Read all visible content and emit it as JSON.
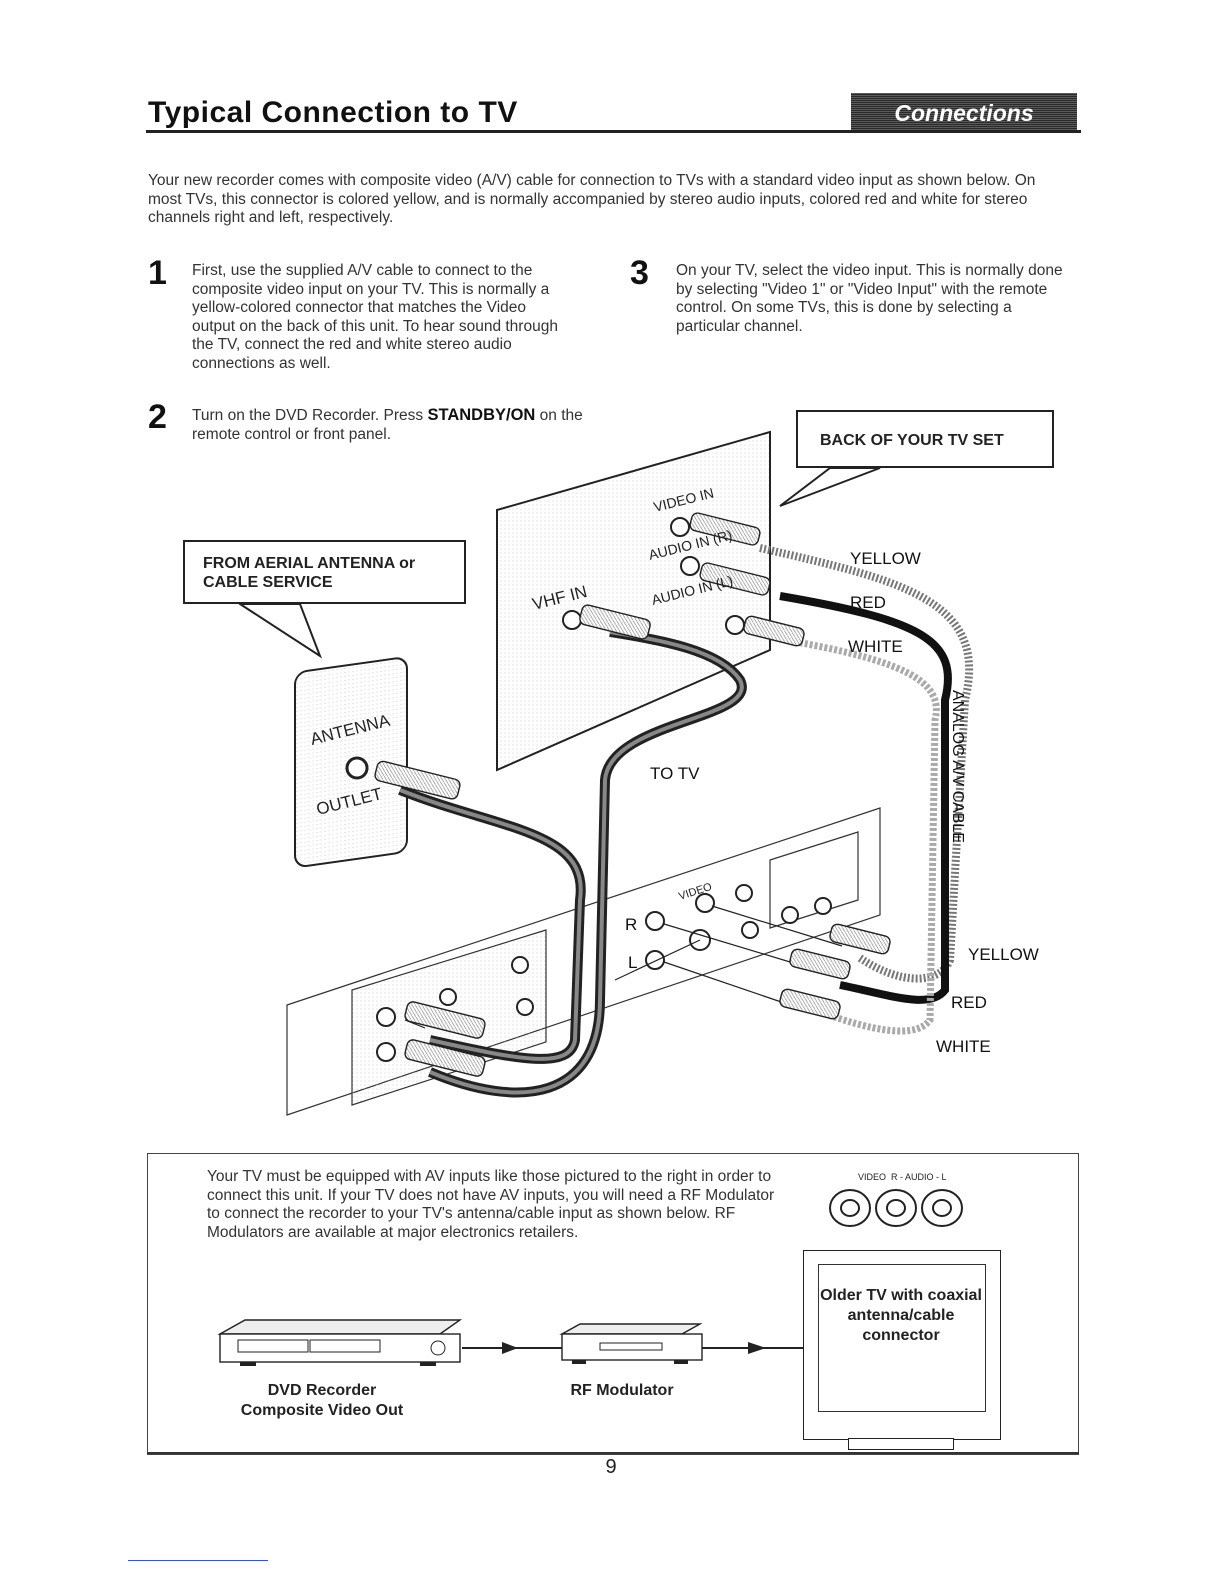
{
  "header": {
    "title": "Typical Connection to TV",
    "tag": "Connections"
  },
  "intro": "Your new recorder comes with composite video (A/V) cable for connection to TVs with a standard video input as shown below. On most TVs, this connector is colored yellow, and is normally accompanied by stereo audio inputs, colored red and white for stereo channels right and left, respectively.",
  "steps": [
    {
      "num": "1",
      "text": "First, use the supplied A/V cable to connect to the composite video input on your TV. This is normally a yellow-colored connector that matches the Video output on the back of this unit. To hear sound through the TV, connect the red and white stereo audio connections as well."
    },
    {
      "num": "2",
      "text_before": "Turn on the DVD Recorder. Press ",
      "text_bold": "STANDBY/ON",
      "text_after": " on the remote control or front panel."
    },
    {
      "num": "3",
      "text": "On your TV, select the video input. This is normally done by selecting \"Video 1\" or \"Video Input\" with the remote control. On some TVs, this is done by selecting a particular channel."
    }
  ],
  "diagram": {
    "callout_tv": "BACK OF YOUR TV SET",
    "callout_antenna": "FROM AERIAL ANTENNA or CABLE SERVICE",
    "tv_video_in": "VIDEO IN",
    "tv_audio_r": "AUDIO IN (R)",
    "tv_audio_l": "AUDIO IN (L)",
    "vhf_in": "VHF IN",
    "antenna": "ANTENNA",
    "outlet": "OUTLET",
    "to_tv": "TO TV",
    "cable_label": "ANALOG A/V CABLE",
    "yellow_top": "YELLOW",
    "red_top": "RED",
    "white_top": "WHITE",
    "yellow_bottom": "YELLOW",
    "red_bottom": "RED",
    "white_bottom": "WHITE",
    "rec_video": "VIDEO",
    "rec_r": "R",
    "rec_l": "L"
  },
  "note": {
    "text": "Your TV must be equipped with AV inputs like those pictured to the right in order to connect this unit. If your TV does not have AV inputs, you will need a RF Modulator to connect the recorder to your TV's antenna/cable input as shown below. RF Modulators are available at major electronics retailers.",
    "jack_labels": "VIDEO  R - AUDIO - L",
    "dvd_caption_1": "DVD Recorder",
    "dvd_caption_2": "Composite Video Out",
    "rf_caption": "RF Modulator",
    "older_tv": "Older TV with coaxial antenna/cable connector"
  },
  "page_number": "9"
}
